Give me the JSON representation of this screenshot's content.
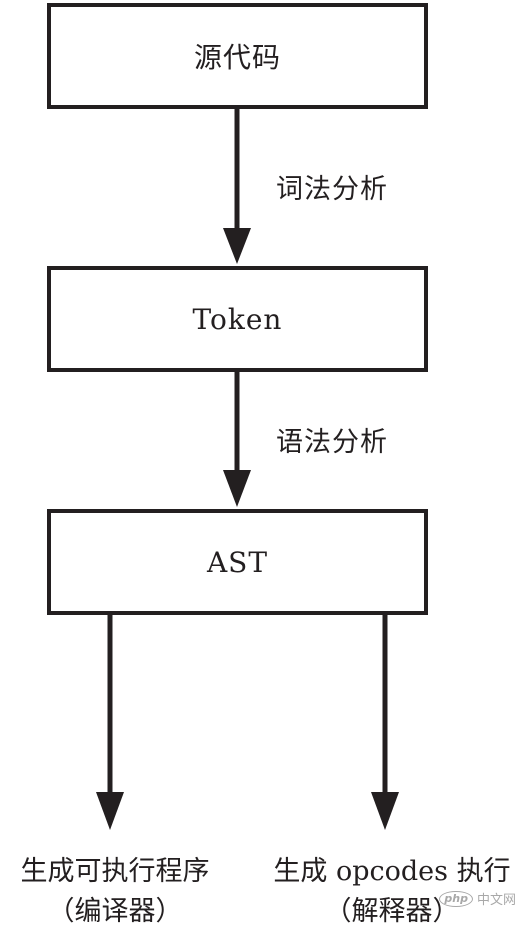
{
  "nodes": {
    "source": "源代码",
    "token": "Token",
    "ast": "AST"
  },
  "edges": {
    "lexical": "词法分析",
    "syntax": "语法分析"
  },
  "outputs": {
    "left": {
      "line1": "生成可执行程序",
      "line2": "（编译器）"
    },
    "right": {
      "line1": "生成 opcodes 执行",
      "line2": "（解释器）"
    }
  },
  "watermark": {
    "badge": "php",
    "text": "中文网"
  },
  "colors": {
    "stroke": "#231f20",
    "background": "#ffffff"
  }
}
